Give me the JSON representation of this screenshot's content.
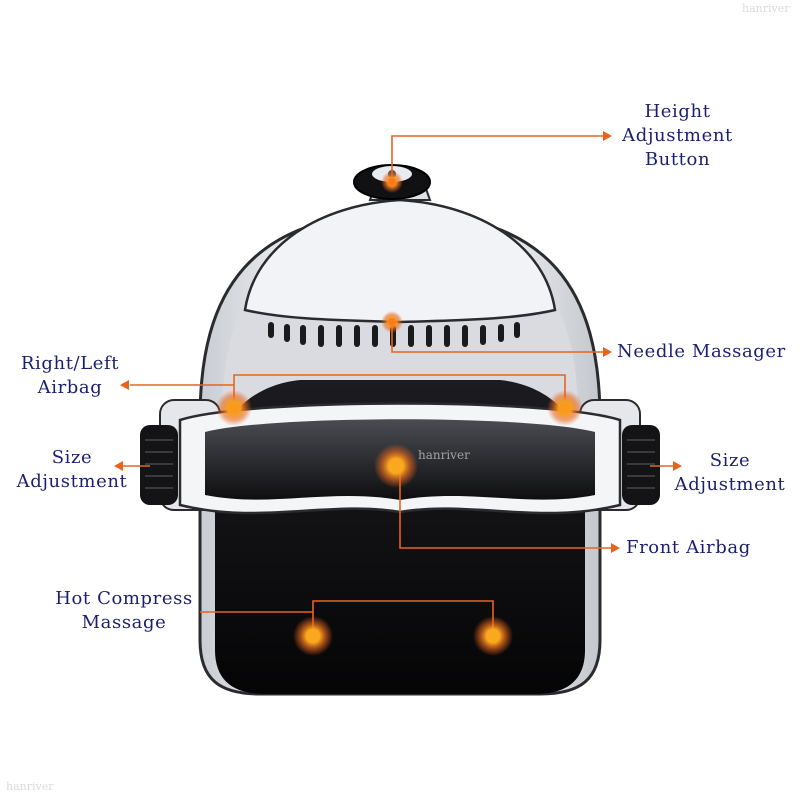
{
  "labels": {
    "height_adjustment": [
      "Height",
      "Adjustment",
      "Button"
    ],
    "needle_massager": "Needle Massager",
    "right_left_airbag": [
      "Right/Left",
      "Airbag"
    ],
    "size_adjustment_left": [
      "Size",
      "Adjustment"
    ],
    "size_adjustment_right": [
      "Size",
      "Adjustment"
    ],
    "front_airbag": "Front Airbag",
    "hot_compress": [
      "Hot Compress",
      "Massage"
    ]
  },
  "watermarks": {
    "center": "hanriver",
    "bottom_left": "hanriver",
    "top_right": "hanriver"
  },
  "colors": {
    "label_text": "#1a1f6e",
    "callout_line": "#e8641e",
    "hotspot": "#f7a21b",
    "helmet_white": "#eef0f3",
    "helmet_black": "#0c0c0e"
  }
}
